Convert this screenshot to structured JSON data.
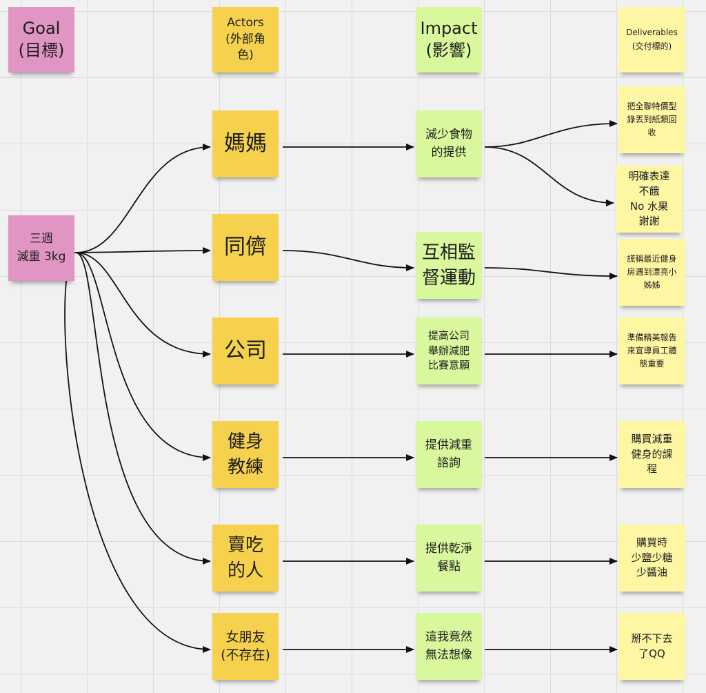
{
  "goal_header": "Goal\n(目標)",
  "actors_header": "Actors\n(外部角\n色)",
  "impact_header": "Impact\n(影響)",
  "deliverables_header": "Deliverables\n(交付標的)",
  "goal": "三週\n減重 3kg",
  "actors": [
    "媽媽",
    "同儕",
    "公司",
    "健身\n教練",
    "賣吃\n的人",
    "女朋友\n(不存在)"
  ],
  "impacts": [
    "減少食物\n的提供",
    "互相監\n督運動",
    "提高公司\n舉辦減肥\n比賽意願",
    "提供減重\n諮詢",
    "提供乾淨\n餐點",
    "這我竟然\n無法想像"
  ],
  "deliverables": [
    "把全聯特價型\n錄丟到紙類回\n收",
    "明確表達\n不餓\nNo 水果\n謝謝",
    "謊稱最近健身\n房遇到漂亮小\n姊姊",
    "準備精美報告\n來宣導員工體\n態重要",
    "購買減重\n健身的課\n程",
    "購買時\n少鹽少糖\n少醬油",
    "掰不下去\n了QQ"
  ],
  "colors": {
    "goal": "#e095c2",
    "actor": "#f5d14e",
    "impact": "#d9f79c",
    "deliverable": "#fdf7a3",
    "connector": "#111111"
  }
}
